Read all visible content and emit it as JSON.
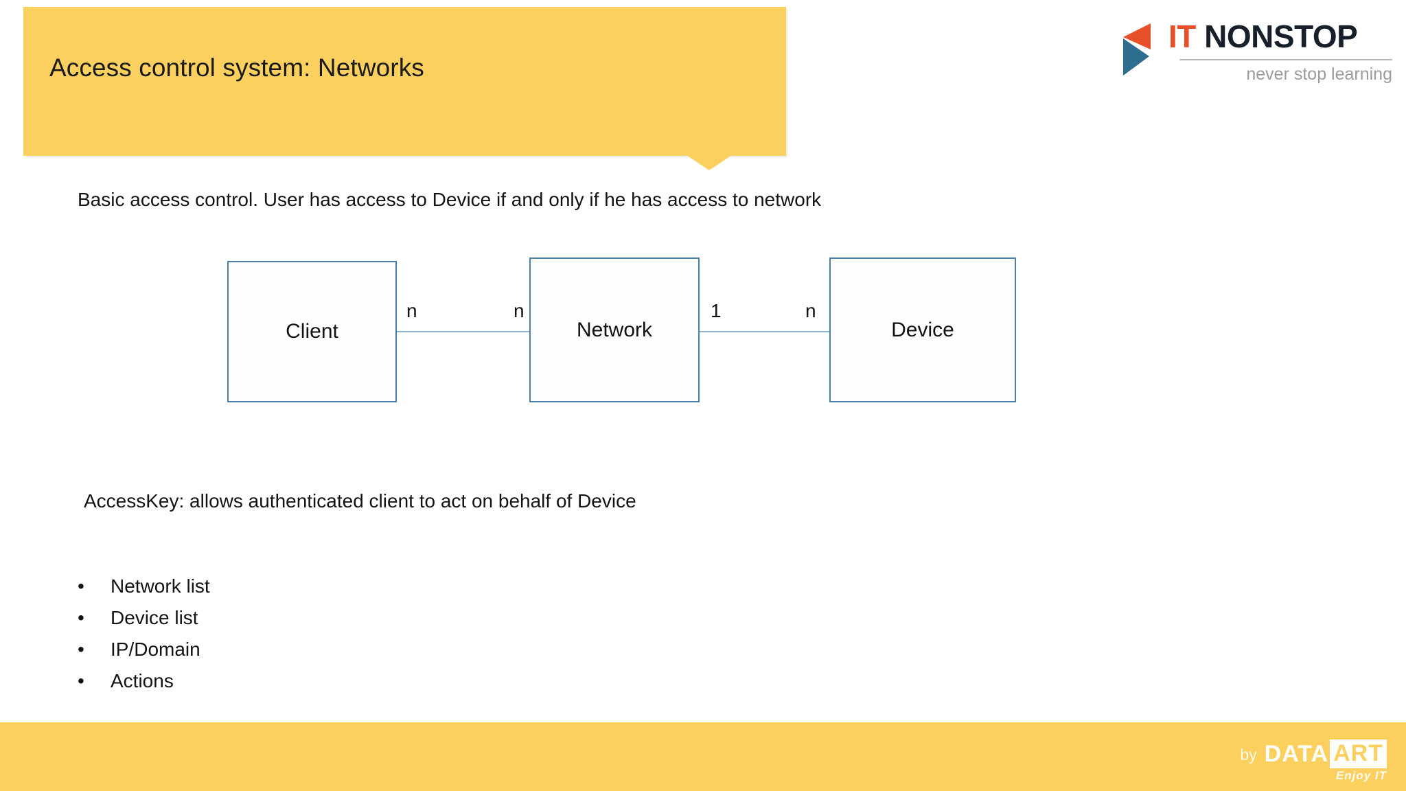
{
  "slide": {
    "title": "Access control system: Networks",
    "background_color": "#ffffff",
    "accent_color": "#fbd05f"
  },
  "header": {
    "banner_title": "Access control system: Networks",
    "banner_color": "#fbd05f"
  },
  "brand_logo": {
    "mark_name": "it-nonstop-triangles",
    "mark_color_top": "#e8502a",
    "mark_color_bottom": "#2e6e8e",
    "word_primary": "IT",
    "word_secondary": "NONSTOP",
    "tagline": "never stop learning"
  },
  "body": {
    "intro": "Basic access control. User has access to Device if and only if he has access to network",
    "accesskey_note": "AccessKey: allows authenticated client to act on behalf of Device"
  },
  "diagram": {
    "type": "entity-relationship",
    "border_color": "#4a7faa",
    "link_color": "#8fb4d0",
    "entities": [
      {
        "id": "client",
        "label": "Client"
      },
      {
        "id": "network",
        "label": "Network"
      },
      {
        "id": "device",
        "label": "Device"
      }
    ],
    "relations": [
      {
        "from": "client",
        "to": "network",
        "from_cardinality": "n",
        "to_cardinality": "n"
      },
      {
        "from": "network",
        "to": "device",
        "from_cardinality": "1",
        "to_cardinality": "n"
      }
    ]
  },
  "bullets": {
    "marker": "•",
    "items": [
      {
        "label": "Network list"
      },
      {
        "label": "Device list"
      },
      {
        "label": "IP/Domain"
      },
      {
        "label": "Actions"
      }
    ]
  },
  "footer": {
    "bar_color": "#fbd05f",
    "by_label": "by",
    "brand_part_one": "DATA",
    "brand_part_two": "ART",
    "brand_tagline": "Enjoy IT"
  }
}
